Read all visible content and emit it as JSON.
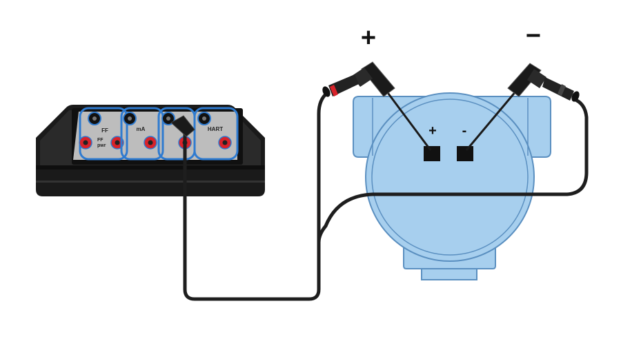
{
  "meter": {
    "jack_labels": {
      "ff": "FF",
      "ff_pwr": "FF\npwr",
      "ma": "mA",
      "hart": "HART"
    }
  },
  "transmitter": {
    "terminal_plus": "+",
    "terminal_minus": "-"
  },
  "probes": {
    "plus_label": "+",
    "minus_label": "−"
  },
  "colors": {
    "background": "#ffffff",
    "housing_fill": "#a7cfee",
    "housing_stroke": "#5a8fc0",
    "meter_body": "#1a1a1a",
    "panel_gray": "#bdbdbd",
    "jack_ring_blue": "#2f7bd0",
    "jack_red": "#d8232a",
    "wire": "#1e1e1e"
  }
}
